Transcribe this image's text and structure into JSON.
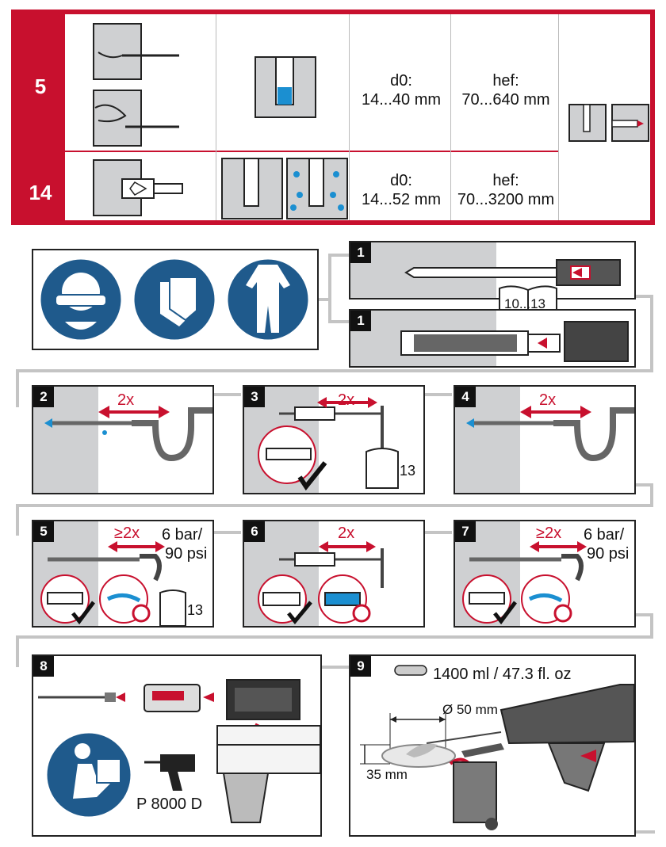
{
  "table": {
    "rows": [
      {
        "number": "5",
        "d0_label": "d0:",
        "d0_value": "14...40 mm",
        "hef_label": "hef:",
        "hef_value": "70...640 mm"
      },
      {
        "number": "14",
        "d0_label": "d0:",
        "d0_value": "14...52 mm",
        "hef_label": "hef:",
        "hef_value": "70...3200 mm"
      }
    ]
  },
  "ppe": [
    "eye-protection",
    "gloves",
    "protective-clothing"
  ],
  "steps": {
    "s1a": {
      "badge": "1",
      "book": "10...13"
    },
    "s1b": {
      "badge": "1"
    },
    "s2": {
      "badge": "2",
      "count": "2x"
    },
    "s3": {
      "badge": "3",
      "count": "2x",
      "book": "13"
    },
    "s4": {
      "badge": "4",
      "count": "2x"
    },
    "s5": {
      "badge": "5",
      "count": "≥2x",
      "pressure1": "6 bar/",
      "pressure2": "90 psi",
      "book": "13"
    },
    "s6": {
      "badge": "6",
      "count": "2x"
    },
    "s7": {
      "badge": "7",
      "count": "≥2x",
      "pressure1": "6 bar/",
      "pressure2": "90 psi"
    },
    "s8": {
      "badge": "8",
      "dispenser": "P 8000 D"
    },
    "s9": {
      "badge": "9",
      "volume": "1400 ml / 47.3 fl. oz",
      "diameter": "Ø 50 mm",
      "height": "35 mm"
    }
  },
  "colors": {
    "brand_red": "#c8102e",
    "ppe_blue": "#1f5a8c",
    "concrete": "#cfd0d2",
    "connector": "#c4c4c4"
  }
}
